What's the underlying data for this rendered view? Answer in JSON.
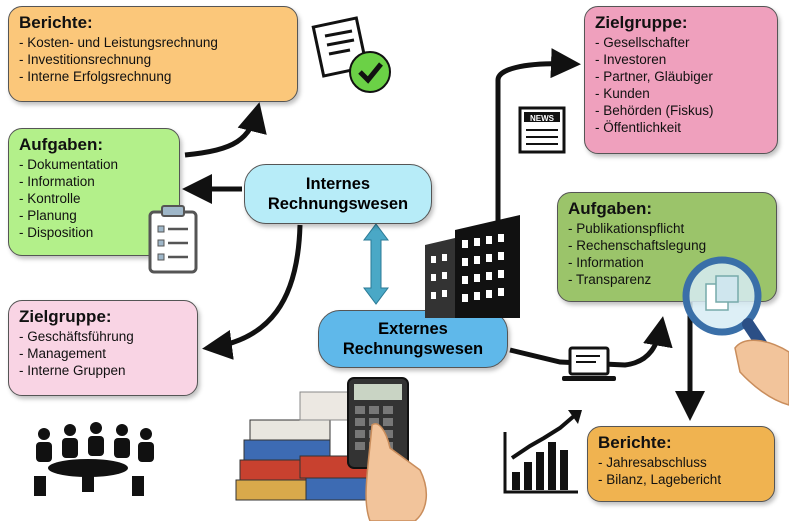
{
  "internal": {
    "reports": {
      "title": "Berichte:",
      "items": [
        "- Kosten- und Leistungsrechnung",
        "- Investitionsrechnung",
        "- Interne Erfolgsrechnung"
      ]
    },
    "tasks": {
      "title": "Aufgaben:",
      "items": [
        "- Dokumentation",
        "- Information",
        "- Kontrolle",
        "- Planung",
        "- Disposition"
      ]
    },
    "audience": {
      "title": "Zielgruppe:",
      "items": [
        "- Geschäftsführung",
        "- Management",
        "- Interne Gruppen"
      ]
    },
    "center": {
      "line1": "Internes",
      "line2": "Rechnungswesen"
    }
  },
  "external": {
    "audience": {
      "title": "Zielgruppe:",
      "items": [
        "- Gesellschafter",
        "- Investoren",
        "- Partner, Gläubiger",
        "- Kunden",
        "- Behörden (Fiskus)",
        "- Öffentlichkeit"
      ]
    },
    "tasks": {
      "title": "Aufgaben:",
      "items": [
        "- Publikationspflicht",
        "- Rechenschaftslegung",
        "- Information",
        "- Transparenz"
      ]
    },
    "reports": {
      "title": "Berichte:",
      "items": [
        "- Jahresabschluss",
        "- Bilanz, Lagebericht"
      ]
    },
    "center": {
      "line1": "Externes",
      "line2": "Rechnungswesen"
    }
  },
  "news_label": "NEWS",
  "colors": {
    "orange": "#fbc77a",
    "green": "#b3f08a",
    "pink": "#f9d4e4",
    "light_blue": "#b7ecf8",
    "blue": "#5fb8ea",
    "rose": "#efa0bd",
    "olive": "#9bc46a",
    "amber": "#f0b350",
    "arrow_blue": "#4aa8c6"
  },
  "icons": [
    "document-check-icon",
    "clipboard-icon",
    "meeting-icon",
    "newspaper-icon",
    "building-icon",
    "laptop-icon",
    "magnifier-icon",
    "growth-chart-icon",
    "calculator-icon",
    "binders-icon"
  ]
}
